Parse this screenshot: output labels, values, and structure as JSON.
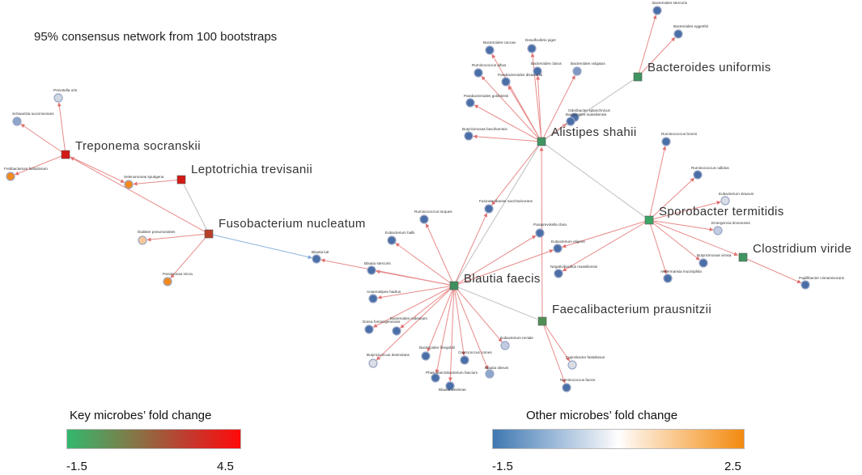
{
  "title": "95% consensus network from 100 bootstraps",
  "legend": {
    "key": {
      "title": "Key microbes’ fold change",
      "min": "-1.5",
      "max": "4.5"
    },
    "other": {
      "title": "Other microbes’ fold change",
      "min": "-1.5",
      "max": "2.5"
    }
  },
  "colors": {
    "edge_pos": "#e88a8a",
    "edge_neg": "#8ab4dc",
    "edge_gray": "#c8c8c8"
  },
  "nodes": [
    {
      "id": "treponema",
      "label": "Treponema socranskii",
      "kind": "key",
      "color": "#d41a14"
    },
    {
      "id": "leptotrichia",
      "label": "Leptotrichia trevisanii",
      "kind": "key",
      "color": "#d41a14"
    },
    {
      "id": "fusobacterium",
      "label": "Fusobacterium nucleatum",
      "kind": "key",
      "color": "#b8402a"
    },
    {
      "id": "blautia_faecis",
      "label": "Blautia faecis",
      "kind": "key",
      "color": "#3f8f5e"
    },
    {
      "id": "alistipes",
      "label": "Alistipes shahii",
      "kind": "key",
      "color": "#3f9560"
    },
    {
      "id": "bacteroides_uniformis",
      "label": "Bacteroides uniformis",
      "kind": "key",
      "color": "#3f9560"
    },
    {
      "id": "sporobacter",
      "label": "Sporobacter termitidis",
      "kind": "key",
      "color": "#3aa564"
    },
    {
      "id": "clostridium",
      "label": "Clostridium viride",
      "kind": "key",
      "color": "#3f9560"
    },
    {
      "id": "faecalibacterium",
      "label": "Faecalibacterium prausnitzii",
      "kind": "key",
      "color": "#4f8f55"
    },
    {
      "id": "prevotella_oris",
      "label": "Prevotella oris",
      "kind": "other",
      "color": "#cfd6e4"
    },
    {
      "id": "schwartzia",
      "label": "Schwartzia succinivorans",
      "kind": "other",
      "color": "#8fa6cc"
    },
    {
      "id": "fretibacterium",
      "label": "Fretibacterium fastidiosum",
      "kind": "other",
      "color": "#f28a1e"
    },
    {
      "id": "selenomonas",
      "label": "Selenomonas sputigena",
      "kind": "other",
      "color": "#f28a1e"
    },
    {
      "id": "dialister",
      "label": "Dialister pneumosintes",
      "kind": "other",
      "color": "#f7c89a"
    },
    {
      "id": "parvimonas",
      "label": "Parvimonas micra",
      "kind": "other",
      "color": "#f28a1e"
    },
    {
      "id": "blautia_luti",
      "label": "Blautia luti",
      "kind": "other",
      "color": "#4a6fa8"
    },
    {
      "id": "bacteroides_stercoris",
      "label": "Bacteroides stercoris",
      "kind": "other",
      "color": "#4a6fa8"
    },
    {
      "id": "bacteroides_eggerthii",
      "label": "Bacteroides eggerthii",
      "kind": "other",
      "color": "#4a6fa8"
    },
    {
      "id": "bacteroides_caccae",
      "label": "Bacteroides caccae",
      "kind": "other",
      "color": "#4a6fa8"
    },
    {
      "id": "desulfovibrio",
      "label": "Desulfovibrio piger",
      "kind": "other",
      "color": "#4a6fa8"
    },
    {
      "id": "ruminococcus_albus",
      "label": "Ruminococcus albus",
      "kind": "other",
      "color": "#4a6fa8"
    },
    {
      "id": "bacteroides_clarus",
      "label": "Bacteroides clarus",
      "kind": "other",
      "color": "#4a6fa8"
    },
    {
      "id": "bacteroides_vulgatus",
      "label": "Bacteroides vulgatus",
      "kind": "other",
      "color": "#7f98c4"
    },
    {
      "id": "parabacteroides_distasonis",
      "label": "Parabacteroides distasonis",
      "kind": "other",
      "color": "#4a6fa8"
    },
    {
      "id": "odoribacter",
      "label": "Odoribacter splanchnicus",
      "kind": "other",
      "color": "#4a6fa8"
    },
    {
      "id": "parabacteroides_goldsteinii",
      "label": "Parabacteroides goldsteinii",
      "kind": "other",
      "color": "#4a6fa8"
    },
    {
      "id": "bacteroides_massiliensis",
      "label": "Bacteroides massiliensis",
      "kind": "other",
      "color": "#4a6fa8"
    },
    {
      "id": "butyricimonas_faecihominis",
      "label": "Butyricimonas faecihominis",
      "kind": "other",
      "color": "#4a6fa8"
    },
    {
      "id": "ruminococcus_bromii",
      "label": "Ruminococcus bromii",
      "kind": "other",
      "color": "#4a6fa8"
    },
    {
      "id": "ruminococcus_callidus",
      "label": "Ruminococcus callidus",
      "kind": "other",
      "color": "#4a6fa8"
    },
    {
      "id": "eubacterium_siraeum",
      "label": "Eubacterium siraeum",
      "kind": "other",
      "color": "#d9dde6"
    },
    {
      "id": "emergencia",
      "label": "Emergencia timonensis",
      "kind": "other",
      "color": "#c3cbe0"
    },
    {
      "id": "butyricimonas_virosa",
      "label": "Butyricimonas virosa",
      "kind": "other",
      "color": "#4a6fa8"
    },
    {
      "id": "akkermansia",
      "label": "Akkermansia muciniphila",
      "kind": "other",
      "color": "#4a6fa8"
    },
    {
      "id": "papillibacter",
      "label": "Papillibacter cinnamivorans",
      "kind": "other",
      "color": "#4a6fa8"
    },
    {
      "id": "fusicatenibacter",
      "label": "Fusicatenibacter saccharivorans",
      "kind": "other",
      "color": "#4a6fa8"
    },
    {
      "id": "paraprevotella",
      "label": "Paraprevotella clara",
      "kind": "other",
      "color": "#4a6fa8"
    },
    {
      "id": "eubacterium_eligens",
      "label": "Eubacterium eligens",
      "kind": "other",
      "color": "#4a6fa8"
    },
    {
      "id": "negativibacillus",
      "label": "Negativibacillus massiliensis",
      "kind": "other",
      "color": "#4a6fa8"
    },
    {
      "id": "ruminococcus_torques",
      "label": "Ruminococcus torques",
      "kind": "other",
      "color": "#4a6fa8"
    },
    {
      "id": "eubacterium_hallii",
      "label": "Eubacterium hallii",
      "kind": "other",
      "color": "#4a6fa8"
    },
    {
      "id": "blautia_stercoris",
      "label": "Blautia stercoris",
      "kind": "other",
      "color": "#4a6fa8"
    },
    {
      "id": "anaerostipes",
      "label": "Anaerostipes hadrus",
      "kind": "other",
      "color": "#4a6fa8"
    },
    {
      "id": "dorea",
      "label": "Dorea formicigenerans",
      "kind": "other",
      "color": "#4a6fa8"
    },
    {
      "id": "bacteroides_rodentium",
      "label": "Bacteroides rodentium",
      "kind": "other",
      "color": "#4a6fa8"
    },
    {
      "id": "butyricicoccus",
      "label": "Butyricicoccus desmolans",
      "kind": "other",
      "color": "#d9dde6"
    },
    {
      "id": "bacteroides_finegoldii",
      "label": "Bacteroides finegoldii",
      "kind": "other",
      "color": "#4a6fa8"
    },
    {
      "id": "coprococcus_comes",
      "label": "Coprococcus comes",
      "kind": "other",
      "color": "#4a6fa8"
    },
    {
      "id": "phascolarctobacterium",
      "label": "Phascolarctobacterium faecium",
      "kind": "other",
      "color": "#4a6fa8"
    },
    {
      "id": "blautia_wexlerae",
      "label": "Blautia wexlerae",
      "kind": "other",
      "color": "#4a6fa8"
    },
    {
      "id": "blautia_obeum",
      "label": "Blautia obeum",
      "kind": "other",
      "color": "#8fa6cc"
    },
    {
      "id": "eubacterium_rectale",
      "label": "Eubacterium rectale",
      "kind": "other",
      "color": "#c3cbe0"
    },
    {
      "id": "coprobacter",
      "label": "Coprobacter fastidiosus",
      "kind": "other",
      "color": "#d9dde6"
    },
    {
      "id": "ruminococcus_faecis",
      "label": "Ruminococcus faecis",
      "kind": "other",
      "color": "#4a6fa8"
    }
  ],
  "edges": [
    [
      "treponema",
      "prevotella_oris",
      "pos"
    ],
    [
      "treponema",
      "schwartzia",
      "pos"
    ],
    [
      "treponema",
      "fretibacterium",
      "pos"
    ],
    [
      "treponema",
      "selenomonas",
      "pos"
    ],
    [
      "leptotrichia",
      "selenomonas",
      "pos"
    ],
    [
      "fusobacterium",
      "treponema",
      "pos"
    ],
    [
      "fusobacterium",
      "leptotrichia",
      "gray"
    ],
    [
      "fusobacterium",
      "dialister",
      "pos"
    ],
    [
      "fusobacterium",
      "parvimonas",
      "pos"
    ],
    [
      "fusobacterium",
      "blautia_luti",
      "neg"
    ],
    [
      "alistipes",
      "bacteroides_caccae",
      "pos"
    ],
    [
      "alistipes",
      "desulfovibrio",
      "pos"
    ],
    [
      "alistipes",
      "ruminococcus_albus",
      "pos"
    ],
    [
      "alistipes",
      "bacteroides_clarus",
      "pos"
    ],
    [
      "alistipes",
      "bacteroides_vulgatus",
      "pos"
    ],
    [
      "alistipes",
      "parabacteroides_distasonis",
      "pos"
    ],
    [
      "alistipes",
      "odoribacter",
      "pos"
    ],
    [
      "alistipes",
      "parabacteroides_goldsteinii",
      "pos"
    ],
    [
      "alistipes",
      "bacteroides_massiliensis",
      "pos"
    ],
    [
      "alistipes",
      "butyricimonas_faecihominis",
      "pos"
    ],
    [
      "alistipes",
      "bacteroides_uniformis",
      "gray"
    ],
    [
      "alistipes",
      "sporobacter",
      "gray"
    ],
    [
      "alistipes",
      "fusicatenibacter",
      "pos"
    ],
    [
      "bacteroides_uniformis",
      "bacteroides_stercoris",
      "pos"
    ],
    [
      "bacteroides_uniformis",
      "bacteroides_eggerthii",
      "pos"
    ],
    [
      "sporobacter",
      "ruminococcus_bromii",
      "pos"
    ],
    [
      "sporobacter",
      "ruminococcus_callidus",
      "pos"
    ],
    [
      "sporobacter",
      "eubacterium_siraeum",
      "pos"
    ],
    [
      "sporobacter",
      "emergencia",
      "pos"
    ],
    [
      "sporobacter",
      "butyricimonas_virosa",
      "pos"
    ],
    [
      "sporobacter",
      "akkermansia",
      "pos"
    ],
    [
      "sporobacter",
      "clostridium",
      "pos"
    ],
    [
      "sporobacter",
      "eubacterium_eligens",
      "pos"
    ],
    [
      "sporobacter",
      "negativibacillus",
      "pos"
    ],
    [
      "clostridium",
      "papillibacter",
      "pos"
    ],
    [
      "blautia_faecis",
      "alistipes",
      "gray"
    ],
    [
      "blautia_faecis",
      "fusicatenibacter",
      "pos"
    ],
    [
      "blautia_faecis",
      "paraprevotella",
      "pos"
    ],
    [
      "blautia_faecis",
      "eubacterium_eligens",
      "pos"
    ],
    [
      "blautia_faecis",
      "ruminococcus_torques",
      "pos"
    ],
    [
      "blautia_faecis",
      "eubacterium_hallii",
      "pos"
    ],
    [
      "blautia_faecis",
      "blautia_stercoris",
      "pos"
    ],
    [
      "blautia_faecis",
      "blautia_luti",
      "pos"
    ],
    [
      "blautia_faecis",
      "anaerostipes",
      "pos"
    ],
    [
      "blautia_faecis",
      "dorea",
      "pos"
    ],
    [
      "blautia_faecis",
      "bacteroides_rodentium",
      "pos"
    ],
    [
      "blautia_faecis",
      "butyricicoccus",
      "pos"
    ],
    [
      "blautia_faecis",
      "bacteroides_finegoldii",
      "pos"
    ],
    [
      "blautia_faecis",
      "coprococcus_comes",
      "pos"
    ],
    [
      "blautia_faecis",
      "phascolarctobacterium",
      "pos"
    ],
    [
      "blautia_faecis",
      "blautia_wexlerae",
      "pos"
    ],
    [
      "blautia_faecis",
      "blautia_obeum",
      "pos"
    ],
    [
      "blautia_faecis",
      "eubacterium_rectale",
      "pos"
    ],
    [
      "blautia_faecis",
      "faecalibacterium",
      "gray"
    ],
    [
      "faecalibacterium",
      "alistipes",
      "pos"
    ],
    [
      "faecalibacterium",
      "coprobacter",
      "pos"
    ],
    [
      "faecalibacterium",
      "ruminococcus_faecis",
      "pos"
    ]
  ]
}
